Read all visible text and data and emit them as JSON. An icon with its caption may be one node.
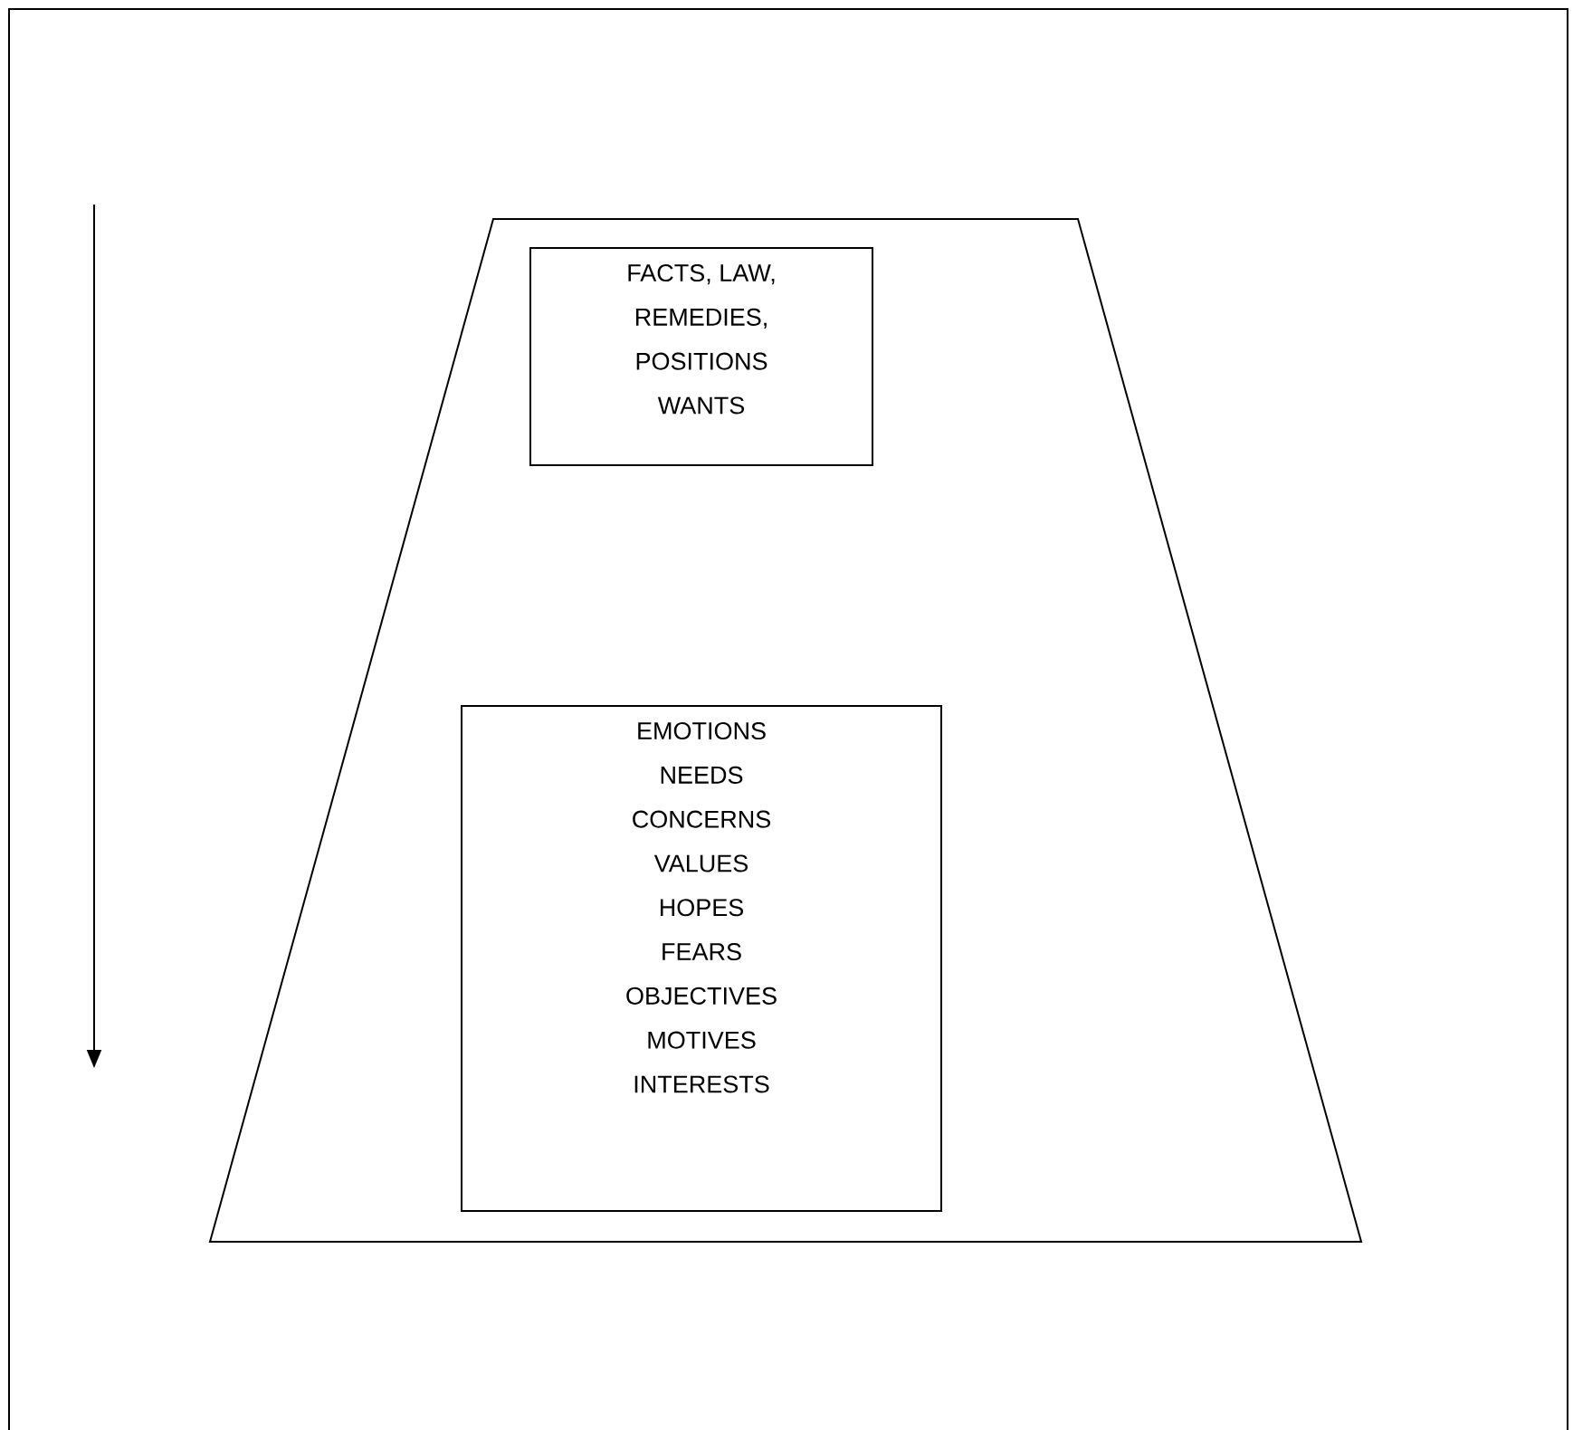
{
  "diagram": {
    "nodes": [
      {
        "text": [],
        "shape": "trapezoid"
      },
      {
        "text": [
          "FACTS, LAW,",
          "REMEDIES,",
          "POSITIONS",
          "WANTS"
        ],
        "in": 0
      },
      {
        "text": [
          "EMOTIONS",
          "NEEDS",
          "CONCERNS",
          "VALUES",
          "HOPES",
          "FEARS",
          "OBJECTIVES",
          "MOTIVES",
          "INTERESTS"
        ],
        "in": 0
      }
    ]
  }
}
